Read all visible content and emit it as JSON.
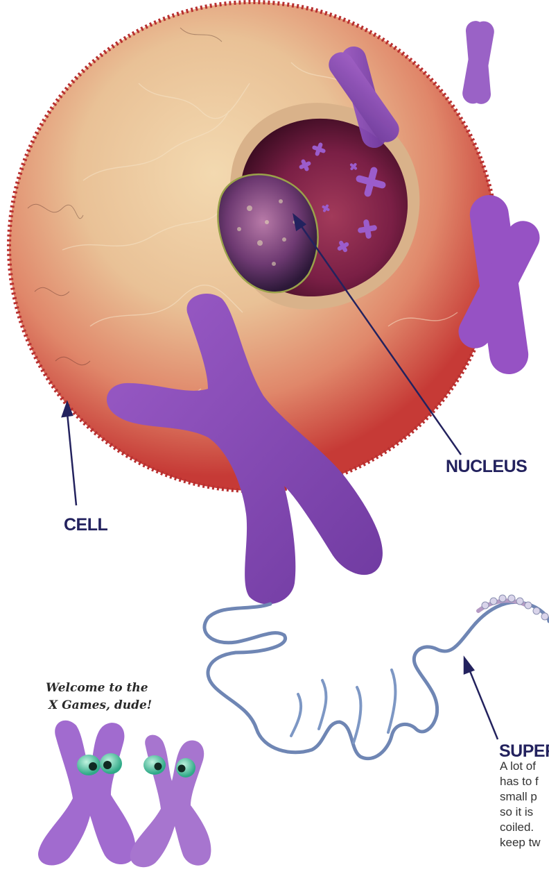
{
  "labels": {
    "cell": "CELL",
    "nucleus": "NUCLEUS",
    "supercoil": "SUPER"
  },
  "speech": {
    "line1": "Welcome to the",
    "line2": "X Games, dude!"
  },
  "description_lines": [
    "A lot of",
    "has to f",
    "small p",
    "so it is",
    "coiled.",
    "keep tw"
  ],
  "colors": {
    "label_navy": "#23225e",
    "chromosome_purple": "#8a4bb8",
    "cell_outer": "#d8544a",
    "cell_inner": "#eec79a",
    "nucleus_interior": "#7a1e44",
    "dna_blue": "#6f86b4"
  }
}
